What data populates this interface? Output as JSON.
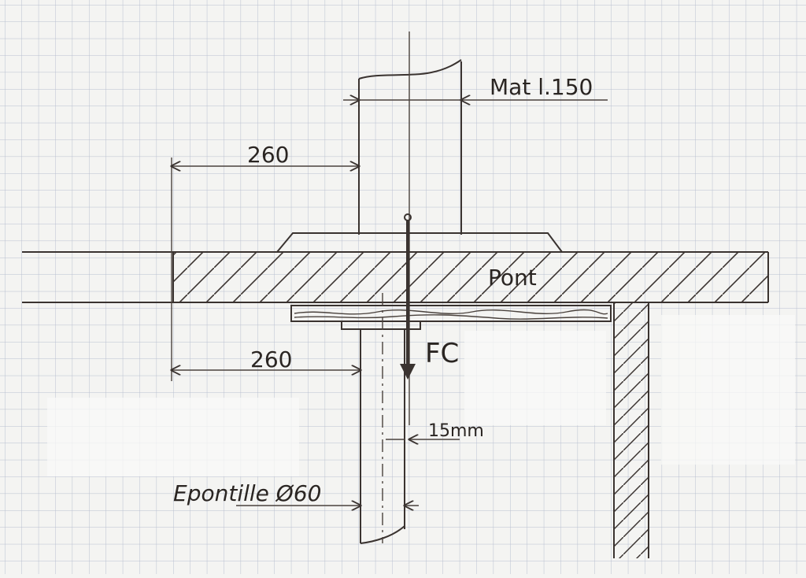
{
  "labels": {
    "mast": "Mat l.150",
    "deck": "Pont",
    "dim_top": "260",
    "dim_bottom": "260",
    "force": "FC",
    "offset": "15mm",
    "pillar": "Epontille Ø60"
  },
  "colors": {
    "ink": "#3a3330",
    "grid": "#b9bfd0",
    "paper": "#f4f4f2"
  }
}
